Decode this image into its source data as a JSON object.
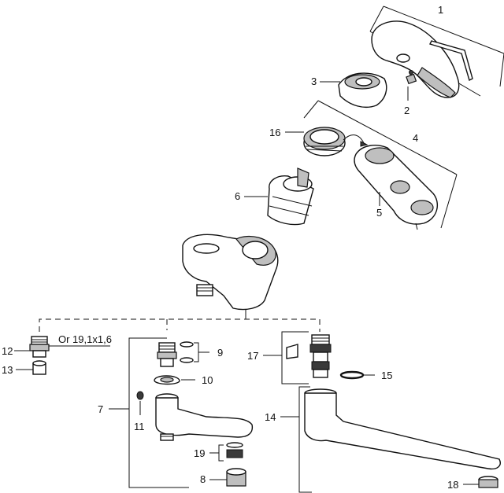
{
  "callouts": {
    "c1": "1",
    "c2": "2",
    "c3": "3",
    "c4": "4",
    "c5": "5",
    "c6": "6",
    "c7": "7",
    "c8": "8",
    "c9": "9",
    "c10": "10",
    "c11": "11",
    "c12": "12",
    "c13": "13",
    "c14": "14",
    "c15": "15",
    "c16": "16",
    "c17": "17",
    "c18": "18",
    "c19": "19"
  },
  "oring_spec": "Or 19,1x1,6"
}
